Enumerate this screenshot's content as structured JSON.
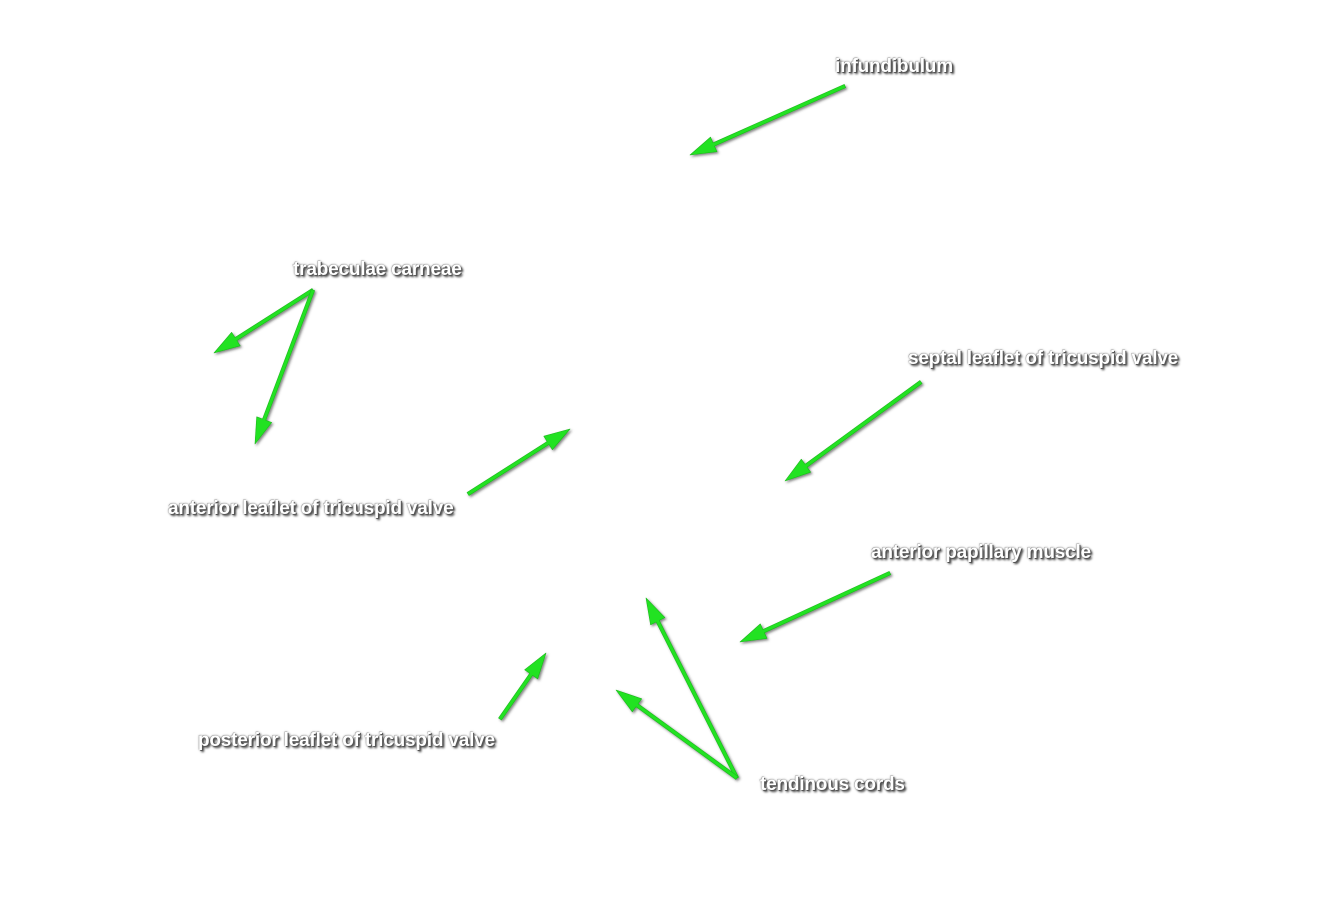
{
  "labels": {
    "infundibulum": "infundibulum",
    "trabeculae_carneae": "trabeculae carneae",
    "septal_leaflet": "septal leaflet of tricuspid valve",
    "anterior_leaflet": "anterior leaflet of tricuspid valve",
    "anterior_papillary_muscle": "anterior papillary muscle",
    "posterior_leaflet": "posterior leaflet of tricuspid valve",
    "tendinous_cords": "tendinous cords"
  },
  "colors": {
    "arrow": "#22e222",
    "label_text": "#ffffff"
  }
}
